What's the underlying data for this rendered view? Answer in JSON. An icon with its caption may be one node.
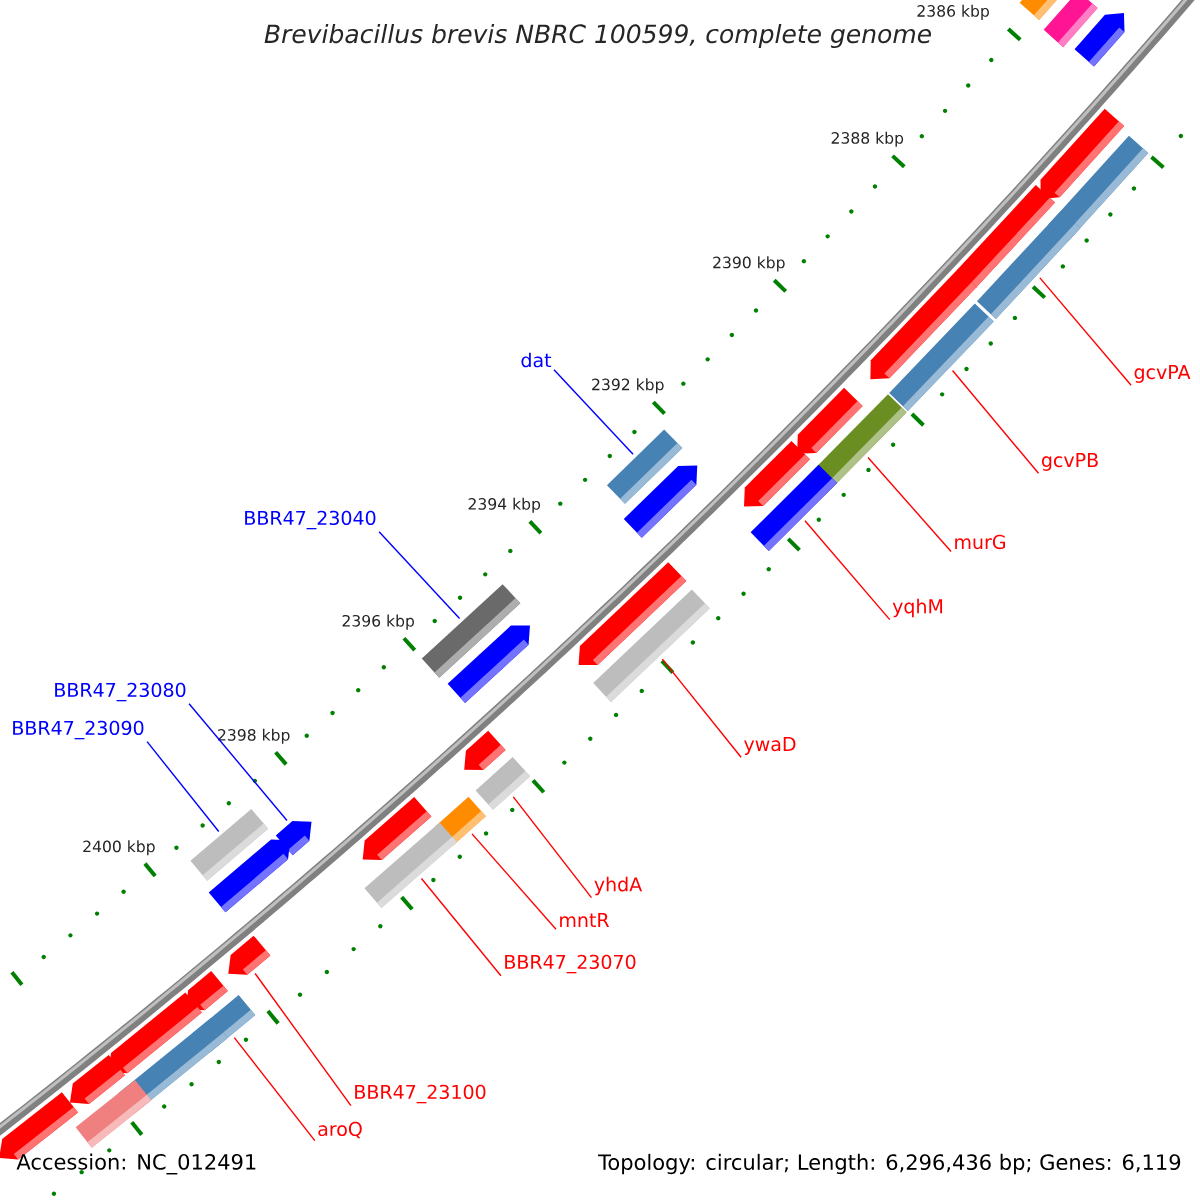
{
  "diagram": {
    "title": "Brevibacillus brevis NBRC 100599, complete genome",
    "nodes": [
      {
        "text": [
          "dat"
        ]
      },
      {
        "text": [
          "gcvPA"
        ]
      },
      {
        "text": [
          "gcvPB"
        ]
      },
      {
        "text": [
          "BBR47_23040"
        ]
      },
      {
        "text": [
          "murG"
        ]
      },
      {
        "text": [
          "yqhM"
        ]
      },
      {
        "text": [
          "BBR47_23080"
        ]
      },
      {
        "text": [
          "BBR47_23090"
        ]
      },
      {
        "text": [
          "ywaD"
        ]
      },
      {
        "text": [
          "yhdA"
        ]
      },
      {
        "text": [
          "mntR"
        ]
      },
      {
        "text": [
          "BBR47_23070"
        ]
      },
      {
        "text": [
          "BBR47_23100"
        ]
      },
      {
        "text": [
          "aroQ"
        ]
      },
      {
        "text": [],
        "shape": "bar"
      },
      {
        "text": [],
        "shape": "bar"
      },
      {
        "text": [],
        "shape": "pentagon"
      },
      {
        "text": [],
        "shape": "pentagon"
      },
      {
        "text": [],
        "shape": "bar"
      },
      {
        "text": [],
        "shape": "pentagon"
      },
      {
        "text": [],
        "shape": "bar"
      },
      {
        "text": [],
        "shape": "pentagon"
      },
      {
        "text": [],
        "shape": "bar"
      },
      {
        "text": [],
        "shape": "pentagon"
      },
      {
        "text": [],
        "shape": "bar"
      },
      {
        "text": [],
        "shape": "bar"
      },
      {
        "text": [],
        "shape": "pentagon"
      },
      {
        "text": [],
        "shape": "pentagon"
      },
      {
        "text": [],
        "shape": "bar"
      },
      {
        "text": [],
        "shape": "pentagon"
      },
      {
        "text": [],
        "shape": "bar"
      },
      {
        "text": [],
        "shape": "bar"
      },
      {
        "text": [],
        "shape": "pentagon"
      },
      {
        "text": [],
        "shape": "pentagon"
      },
      {
        "text": [],
        "shape": "bar"
      },
      {
        "text": [],
        "shape": "bar"
      },
      {
        "text": [],
        "shape": "pentagon"
      },
      {
        "text": [],
        "shape": "pentagon"
      },
      {
        "text": [],
        "shape": "bar"
      },
      {
        "text": [],
        "shape": "bar"
      },
      {
        "text": [],
        "shape": "pentagon"
      },
      {
        "text": [],
        "shape": "pentagon"
      },
      {
        "text": [],
        "shape": "pentagon"
      },
      {
        "text": [],
        "shape": "bar"
      },
      {
        "text": [],
        "shape": "pentagon"
      },
      {
        "text": [],
        "shape": "bar"
      },
      {
        "text": [],
        "shape": "pentagon"
      },
      {
        "text": [],
        "shape": "bar"
      },
      {
        "text": [],
        "shape": "pentagon"
      }
    ],
    "edges": [
      {
        "from": 0,
        "to": 25,
        "arrow": "none",
        "color": "#0000ff"
      },
      {
        "from": 1,
        "to": 20,
        "arrow": "none"
      },
      {
        "from": 2,
        "to": 22,
        "arrow": "none"
      },
      {
        "from": 3,
        "to": 30,
        "arrow": "none",
        "color": "#0000ff"
      },
      {
        "from": 4,
        "to": 24,
        "arrow": "none"
      },
      {
        "from": 5,
        "to": 28,
        "arrow": "none"
      },
      {
        "from": 6,
        "to": 37,
        "arrow": "none",
        "color": "#0000ff"
      },
      {
        "from": 7,
        "to": 38,
        "arrow": "none",
        "color": "#0000ff"
      },
      {
        "from": 8,
        "to": 31,
        "arrow": "none"
      },
      {
        "from": 9,
        "to": 34,
        "arrow": "none"
      },
      {
        "from": 10,
        "to": 35,
        "arrow": "none"
      },
      {
        "from": 11,
        "to": 39,
        "arrow": "none"
      },
      {
        "from": 12,
        "to": 41,
        "arrow": "none"
      },
      {
        "from": 13,
        "to": 43,
        "arrow": "none"
      }
    ],
    "labels": [
      "2386 kbp",
      "2388 kbp",
      "2390 kbp",
      "2392 kbp",
      "2394 kbp",
      "2396 kbp",
      "2398 kbp",
      "2400 kbp",
      "Accession: NC_012491",
      "Topology: circular; Length: 6,296,436 bp; Genes: 6,119"
    ]
  }
}
